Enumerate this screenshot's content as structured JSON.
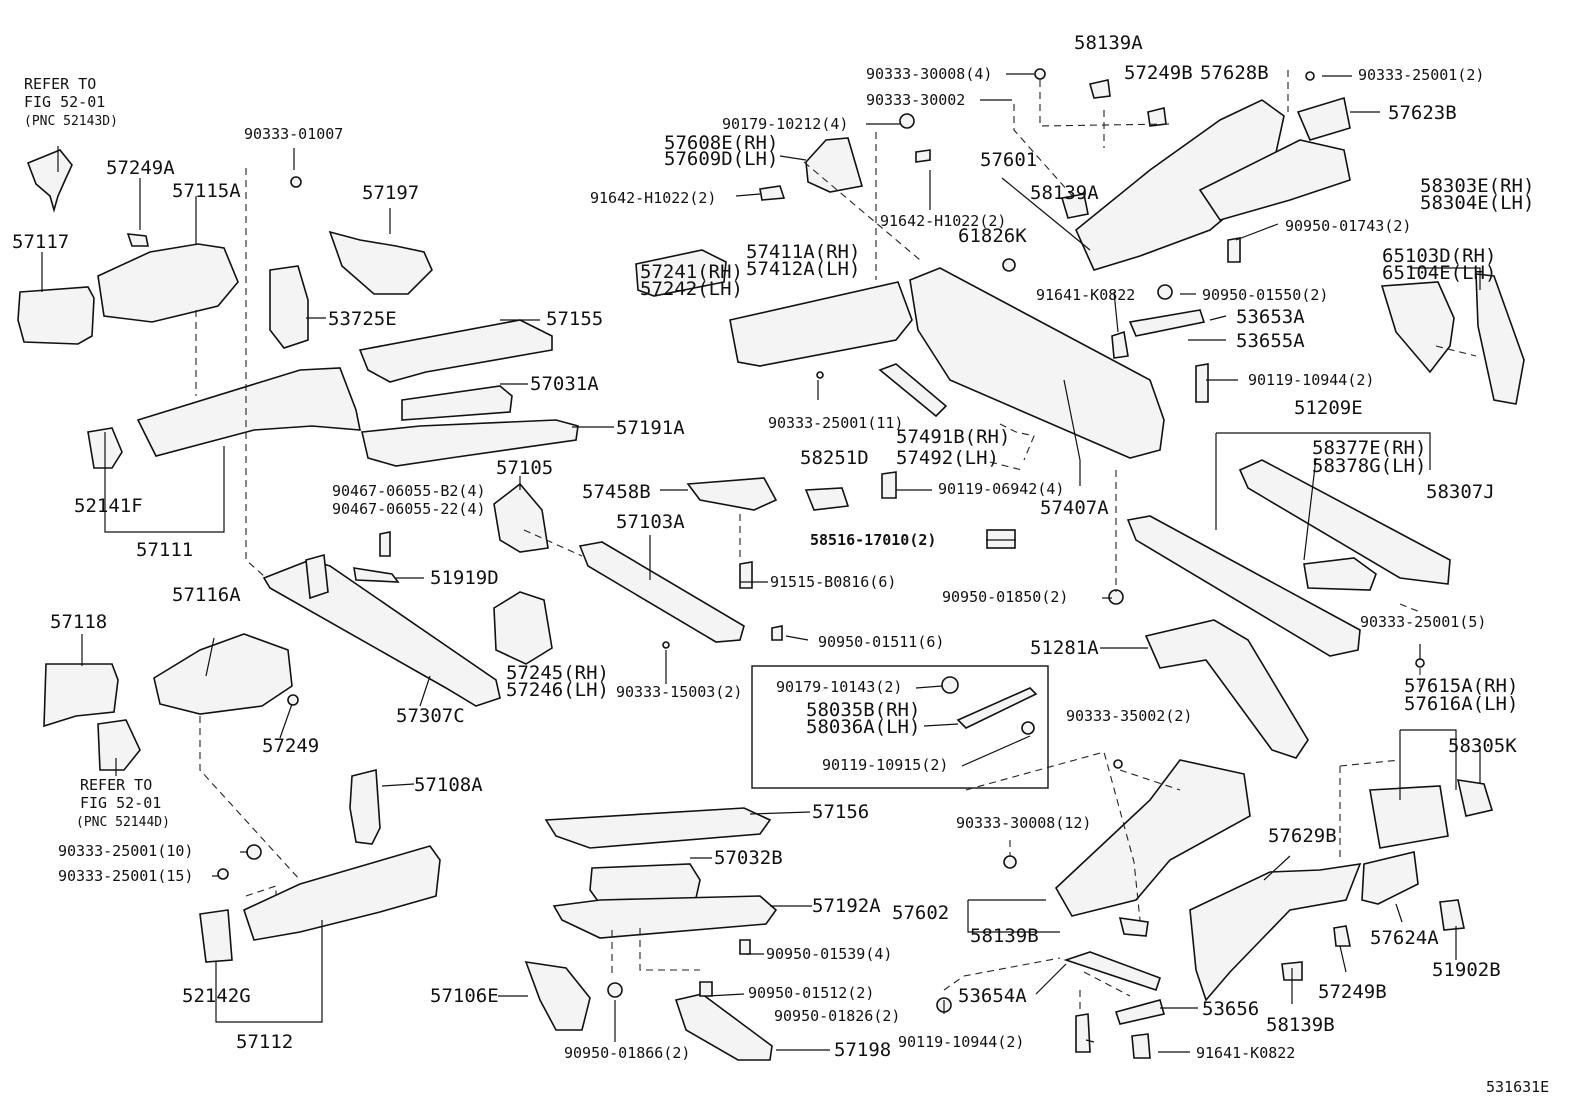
{
  "diagram_id": "531631E",
  "reference_notes": [
    {
      "lines": [
        "REFER TO",
        "FIG 52-01",
        "(PNC 52143D)"
      ]
    },
    {
      "lines": [
        "REFER TO",
        "FIG 52-01",
        "(PNC 52144D)"
      ]
    }
  ],
  "highlighted_part": "58516-17010(2)",
  "part_labels": [
    "58139A",
    "90333-30008(4)",
    "57249B",
    "57628B",
    "90333-25001(2)",
    "90333-30002",
    "57623B",
    "90179-10212(4)",
    "57608E(RH)",
    "57609D(LH)",
    "57601",
    "58303E(RH)",
    "58304E(LH)",
    "91642-H1022(2)",
    "58139A",
    "91642-H1022(2)",
    "90950-01743(2)",
    "65103D(RH)",
    "65104E(LH)",
    "61826K",
    "90333-01007",
    "57249A",
    "57115A",
    "57197",
    "57117",
    "57241(RH)",
    "57242(LH)",
    "57411A(RH)",
    "57412A(LH)",
    "91641-K0822",
    "90950-01550(2)",
    "53653A",
    "53655A",
    "53725E",
    "57155",
    "90119-10944(2)",
    "57031A",
    "51209E",
    "57191A",
    "90333-25001(11)",
    "57491B(RH)",
    "57492(LH)",
    "58377E(RH)",
    "58378G(LH)",
    "58251D",
    "52141F",
    "57105",
    "57458B",
    "90119-06942(4)",
    "57407A",
    "58307J",
    "90467-06055-B2(4)",
    "90467-06055-22(4)",
    "57103A",
    "57111",
    "58516-17010(2)",
    "51919D",
    "91515-B0816(6)",
    "90950-01850(2)",
    "57116A",
    "57118",
    "90333-25001(5)",
    "90950-01511(6)",
    "57245(RH)",
    "57246(LH)",
    "51281A",
    "90179-10143(2)",
    "90333-15003(2)",
    "57615A(RH)",
    "57616A(LH)",
    "57307C",
    "58035B(RH)",
    "58036A(LH)",
    "57249",
    "90333-35002(2)",
    "58305K",
    "90119-10915(2)",
    "57108A",
    "57156",
    "90333-30008(12)",
    "90333-25001(10)",
    "57629B",
    "57032B",
    "90333-25001(15)",
    "57192A",
    "57602",
    "58139B",
    "57624A",
    "90950-01539(4)",
    "52142G",
    "57249B",
    "51902B",
    "57106E",
    "90950-01512(2)",
    "53654A",
    "90950-01826(2)",
    "53656",
    "58139B",
    "57112",
    "57198",
    "90950-01866(2)",
    "90119-10944(2)",
    "91641-K0822"
  ]
}
